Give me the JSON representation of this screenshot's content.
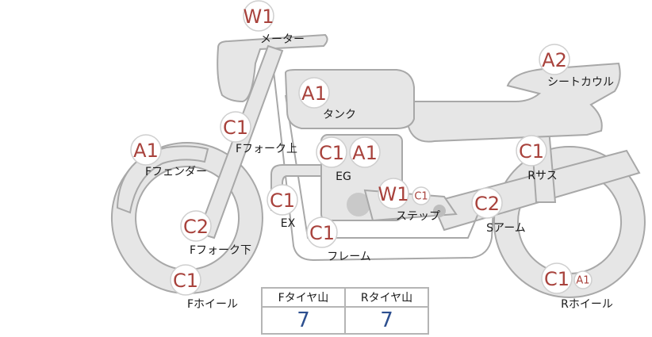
{
  "parts": [
    {
      "id": "meter",
      "label": "メーター",
      "badges": [
        "W1"
      ]
    },
    {
      "id": "seat-cowl",
      "label": "シートカウル",
      "badges": [
        "A2"
      ]
    },
    {
      "id": "tank",
      "label": "タンク",
      "badges": [
        "A1"
      ]
    },
    {
      "id": "f-fork-upper",
      "label": "Fフォーク上",
      "badges": [
        "C1"
      ]
    },
    {
      "id": "f-fender",
      "label": "Fフェンダー",
      "badges": [
        "A1"
      ]
    },
    {
      "id": "eg",
      "label": "EG",
      "badges": [
        "C1",
        "A1"
      ]
    },
    {
      "id": "r-suspension",
      "label": "Rサス",
      "badges": [
        "C1"
      ]
    },
    {
      "id": "step",
      "label": "ステップ",
      "badges": [
        "W1",
        "C1"
      ]
    },
    {
      "id": "ex",
      "label": "EX",
      "badges": [
        "C1"
      ]
    },
    {
      "id": "s-arm",
      "label": "Sアーム",
      "badges": [
        "C2"
      ]
    },
    {
      "id": "f-fork-lower",
      "label": "Fフォーク下",
      "badges": [
        "C2"
      ]
    },
    {
      "id": "frame",
      "label": "フレーム",
      "badges": [
        "C1"
      ]
    },
    {
      "id": "f-wheel",
      "label": "Fホイール",
      "badges": [
        "C1"
      ]
    },
    {
      "id": "r-wheel",
      "label": "Rホイール",
      "badges": [
        "C1",
        "A1"
      ]
    }
  ],
  "tire_table": {
    "headers": [
      "Fタイヤ山",
      "Rタイヤ山"
    ],
    "values": [
      "7",
      "7"
    ]
  },
  "colors": {
    "badge_text": "#a8423c",
    "table_value": "#2d4f8f",
    "bike_fill": "#e6e6e6",
    "bike_stroke": "#a8a8a8"
  }
}
